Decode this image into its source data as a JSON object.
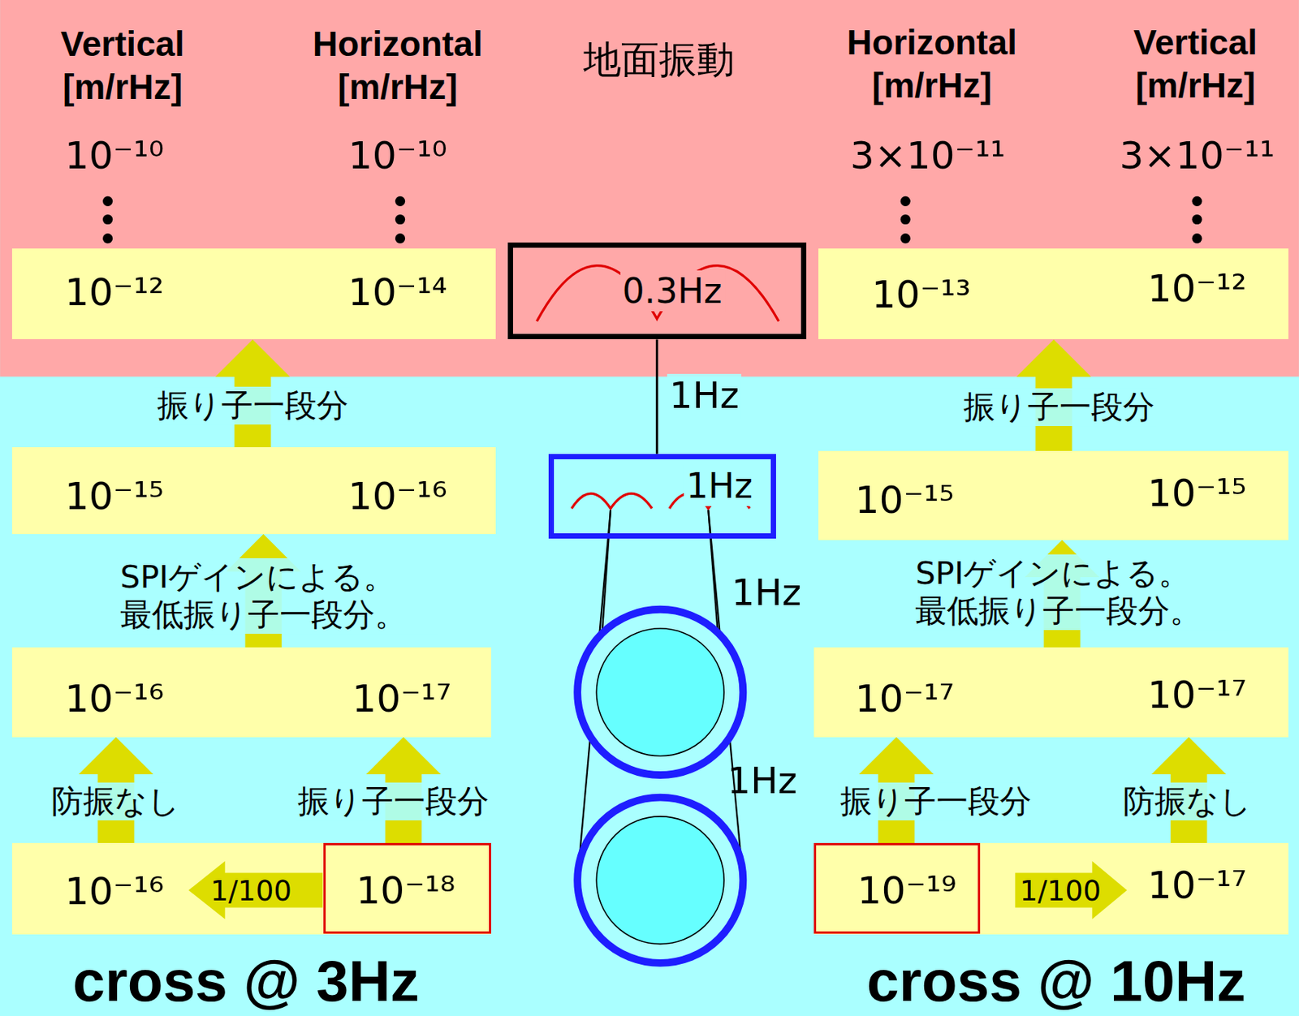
{
  "diagram": {
    "nodes": [
      {
        "text": [
          "10⁻¹²",
          "10⁻¹⁴"
        ]
      },
      {
        "text": [
          "0.3Hz"
        ]
      },
      {
        "text": [
          "10⁻¹³",
          "10⁻¹²"
        ]
      },
      {
        "text": [
          "10⁻¹⁵",
          "10⁻¹⁶"
        ]
      },
      {
        "text": [
          "1Hz"
        ]
      },
      {
        "text": [
          "10⁻¹⁵",
          "10⁻¹⁵"
        ]
      },
      {
        "text": [
          "10⁻¹⁶",
          "10⁻¹⁷"
        ]
      },
      {
        "text": [
          "10⁻¹⁷",
          "10⁻¹⁷"
        ]
      },
      {
        "text": [
          "10⁻¹⁶"
        ]
      },
      {
        "text": [
          "10⁻¹⁸"
        ],
        "in": 8
      },
      {
        "text": [
          "10⁻¹⁷"
        ]
      },
      {
        "text": [
          "10⁻¹⁹"
        ],
        "in": 10
      }
    ],
    "edges": [
      {
        "from": 3,
        "to": 0,
        "arrow": "to",
        "label": "振り子一段分"
      },
      {
        "from": 6,
        "to": 3,
        "arrow": "to",
        "label": "SPIゲインによる。 最低振り子一段分。"
      },
      {
        "from": 8,
        "to": 6,
        "arrow": "to",
        "label": "防振なし"
      },
      {
        "from": 9,
        "to": 6,
        "arrow": "to",
        "label": "振り子一段分"
      },
      {
        "from": 5,
        "to": 2,
        "arrow": "to",
        "label": "振り子一段分"
      },
      {
        "from": 7,
        "to": 5,
        "arrow": "to",
        "label": "SPIゲインによる。 最低振り子一段分。"
      },
      {
        "from": 11,
        "to": 7,
        "arrow": "to",
        "label": "振り子一段分"
      },
      {
        "from": 10,
        "to": 7,
        "arrow": "to",
        "label": "防振なし"
      },
      {
        "from": 1,
        "to": 4,
        "arrow": "none",
        "label": "1Hz"
      }
    ],
    "labels": [
      "Vertical [m/rHz]",
      "Horizontal [m/rHz]",
      "地面振動",
      "Horizontal [m/rHz]",
      "Vertical [m/rHz]",
      "10⁻¹⁰",
      "10⁻¹⁰",
      "3×10⁻¹¹",
      "3×10⁻¹¹",
      "1Hz",
      "1Hz",
      "1/100",
      "1/100",
      "cross @ 3Hz",
      "cross @ 10Hz"
    ]
  }
}
